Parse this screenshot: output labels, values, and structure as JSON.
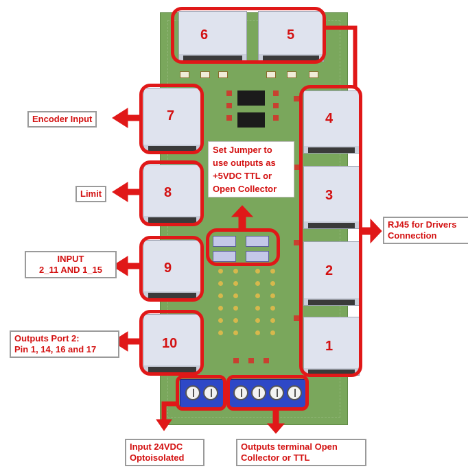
{
  "ports": [
    {
      "id": "6",
      "label": "6"
    },
    {
      "id": "5",
      "label": "5"
    },
    {
      "id": "7",
      "label": "7"
    },
    {
      "id": "4",
      "label": "4"
    },
    {
      "id": "8",
      "label": "8"
    },
    {
      "id": "3",
      "label": "3"
    },
    {
      "id": "9",
      "label": "9"
    },
    {
      "id": "2",
      "label": "2"
    },
    {
      "id": "10",
      "label": "10"
    },
    {
      "id": "1",
      "label": "1"
    }
  ],
  "labels": {
    "encoder_input": "Encoder Input",
    "limit": "Limit",
    "input_line1": "INPUT",
    "input_line2": "2_11 AND 1_15",
    "outputs_port2_line1": "Outputs Port 2:",
    "outputs_port2_line2": "Pin 1, 14, 16 and 17",
    "jumper_line1": "Set Jumper to",
    "jumper_line2": "use outputs as",
    "jumper_line3": "+5VDC TTL or",
    "jumper_line4": "Open Collector",
    "rj45_line1": "RJ45 for Drivers",
    "rj45_line2": "Connection",
    "input24_line1": "Input 24VDC",
    "input24_line2": "Optoisolated",
    "outputs_term_line1": "Outputs terminal Open",
    "outputs_term_line2": "Collector  or TTL"
  },
  "colors": {
    "accent": "#e01818",
    "text_red": "#d31111",
    "pcb_green": "#7aa75c",
    "terminal_blue": "#2e48c7"
  }
}
